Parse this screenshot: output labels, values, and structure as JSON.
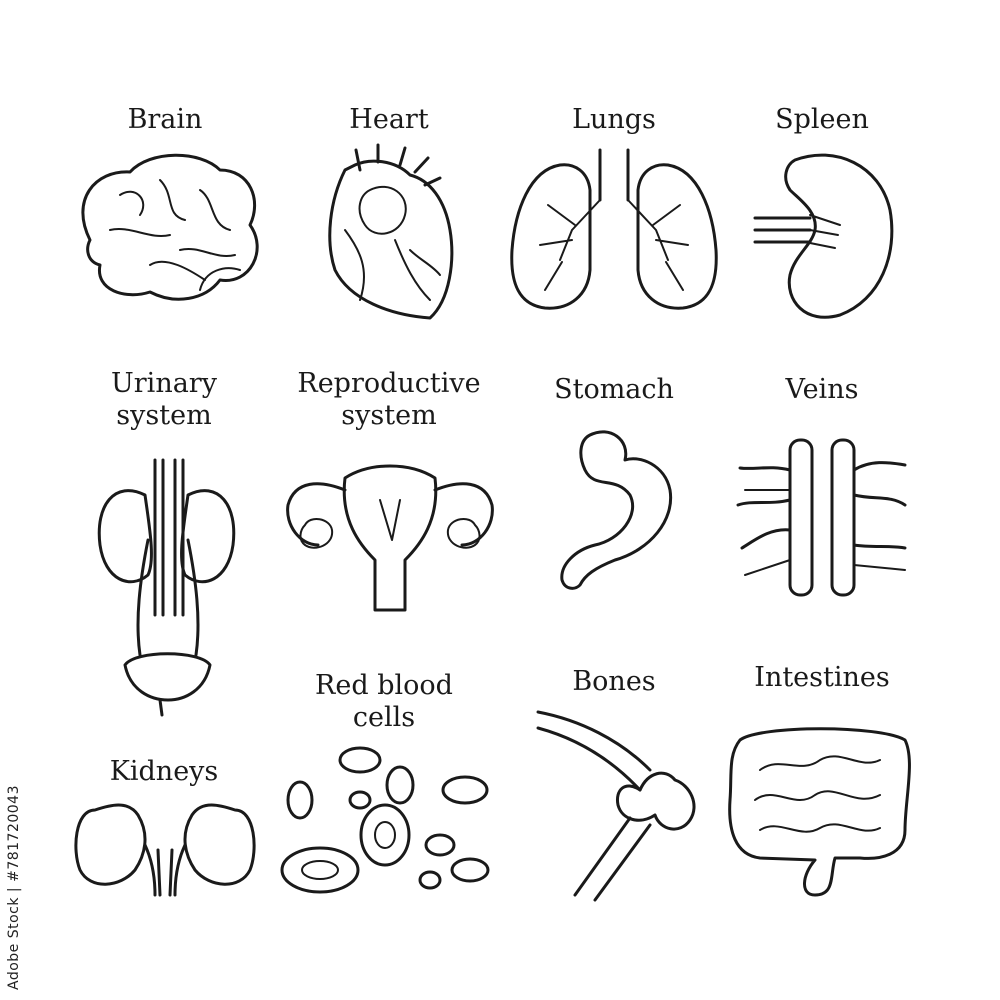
{
  "labels": {
    "brain": "Brain",
    "heart": "Heart",
    "lungs": "Lungs",
    "spleen": "Spleen",
    "urinary_line1": "Urinary",
    "urinary_line2": "system",
    "reproductive_line1": "Reproductive",
    "reproductive_line2": "system",
    "stomach": "Stomach",
    "veins": "Veins",
    "kidneys": "Kidneys",
    "rbc_line1": "Red blood",
    "rbc_line2": "cells",
    "bones": "Bones",
    "intestines": "Intestines"
  },
  "stock_id": "Adobe Stock | #781720043",
  "icons": [
    "brain-icon",
    "heart-icon",
    "lungs-icon",
    "spleen-icon",
    "urinary-system-icon",
    "reproductive-system-icon",
    "stomach-icon",
    "veins-icon",
    "kidneys-icon",
    "red-blood-cells-icon",
    "bones-icon",
    "intestines-icon"
  ]
}
